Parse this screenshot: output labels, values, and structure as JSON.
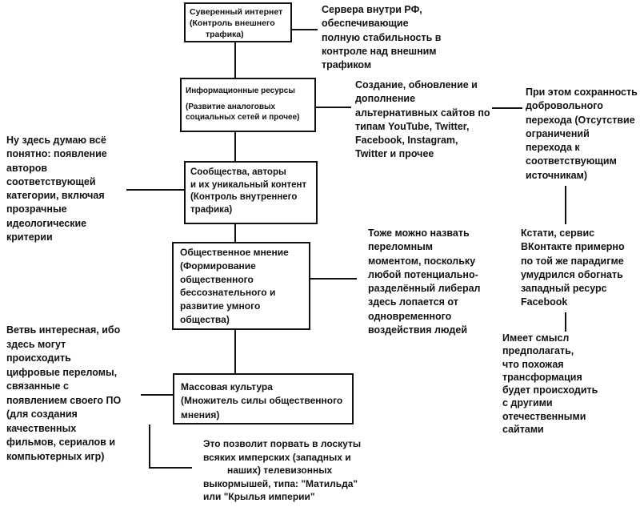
{
  "boxes": [
    {
      "lines": [
        "Суверенный интернет",
        "(Контроль внешнего",
        "трафика)"
      ]
    },
    {
      "lines": [
        "Информационные ресурсы",
        "(Развитие аналоговых",
        "социальных сетей и прочее)"
      ]
    },
    {
      "lines": [
        "Сообщества, авторы",
        "и их уникальный контент",
        "(Контроль внутреннего",
        " трафика)"
      ]
    },
    {
      "lines": [
        "Общественное мнение",
        "(Формирование",
        "общественного",
        "бессознательного и",
        "развитие умного",
        "общества)"
      ]
    },
    {
      "lines": [
        "Массовая культура",
        "(Множитель силы общественного",
        "мнения)"
      ]
    }
  ],
  "notes": [
    {
      "lines": [
        "Сервера внутри РФ,",
        "обеспечивающие",
        "полную стабильность в",
        "контроле над внешним",
        "трафиком"
      ]
    },
    {
      "lines": [
        "Создание, обновление и",
        "дополнение",
        "альтернативных сайтов по",
        "типам YouTube, Twitter,",
        "Facebook, Instagram,",
        "Twitter и прочее"
      ]
    },
    {
      "lines": [
        "При этом сохранность",
        "добровольного",
        "перехода (Отсутствие",
        "ограничений",
        "перехода к",
        "соответствующим",
        "источникам)"
      ]
    },
    {
      "lines": [
        "Ну здесь думаю всё",
        "понятно: появление",
        "авторов",
        "соответствующей",
        "категории, включая",
        "прозрачные",
        "идеологические",
        "критерии"
      ]
    },
    {
      "lines": [
        "Тоже можно назвать",
        "переломным",
        "моментом, поскольку",
        "любой потенциально-",
        "разделённый либерал",
        "здесь лопается от",
        "одновременного",
        "воздействия людей"
      ]
    },
    {
      "lines": [
        "Кстати, сервис",
        "ВКонтакте примерно",
        "по той же парадигме",
        "умудрился обогнать",
        "западный ресурс",
        "Facebook"
      ]
    },
    {
      "lines": [
        "Имеет  смысл",
        "предполагать,",
        " что похожая",
        "трансформация",
        "будет происходить",
        "с другими",
        "отечественными",
        "сайтами"
      ]
    },
    {
      "lines": [
        "Ветвь интересная, ибо",
        "здесь могут",
        "происходить",
        "цифровые переломы,",
        "связанные с",
        "появлением своего ПО",
        "(для создания",
        "качественных",
        "фильмов, сериалов и",
        "компьютерных игр)"
      ]
    },
    {
      "lines": [
        "Это позволит порвать в лоскуты",
        "всяких имперских (западных и",
        "наших) телевизонных",
        "выкормышей, типа: \"Матильда\"",
        "или \"Крылья империи\""
      ]
    }
  ]
}
